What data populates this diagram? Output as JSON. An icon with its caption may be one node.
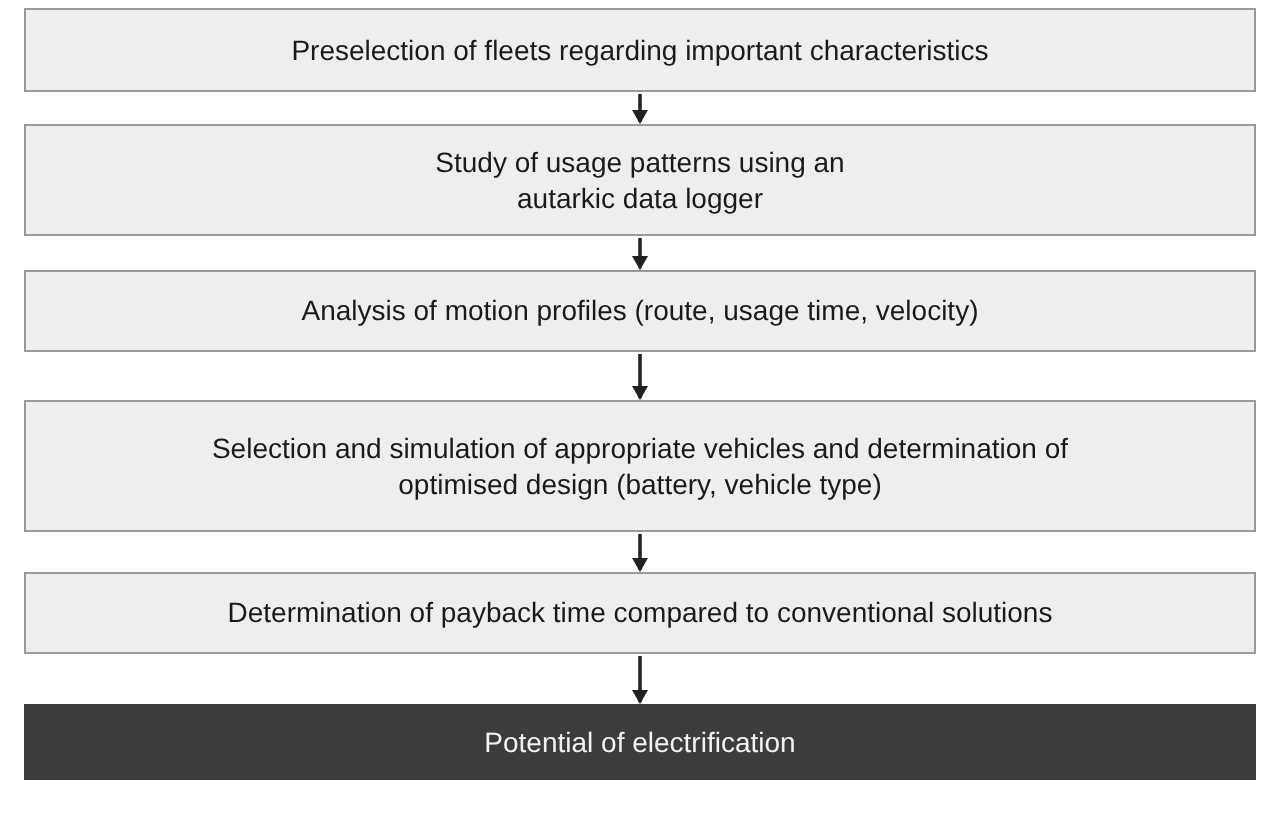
{
  "diagram": {
    "nodes": [
      {
        "text": [
          "Preselection of fleets regarding important characteristics"
        ]
      },
      {
        "text": [
          "Study of usage patterns using an autarkic data logger"
        ]
      },
      {
        "text": [
          "Analysis of motion profiles (route, usage time, velocity)"
        ]
      },
      {
        "text": [
          "Selection and simulation of appropriate vehicles and determination of optimised design (battery, vehicle type)"
        ]
      },
      {
        "text": [
          "Determination of payback time compared to conventional solutions"
        ]
      },
      {
        "text": [
          "Potential of electrification"
        ]
      }
    ],
    "edges": [
      {
        "from": 0,
        "to": 1,
        "arrow": "to"
      },
      {
        "from": 1,
        "to": 2,
        "arrow": "to"
      },
      {
        "from": 2,
        "to": 3,
        "arrow": "to"
      },
      {
        "from": 3,
        "to": 4,
        "arrow": "to"
      },
      {
        "from": 4,
        "to": 5,
        "arrow": "to"
      }
    ]
  }
}
